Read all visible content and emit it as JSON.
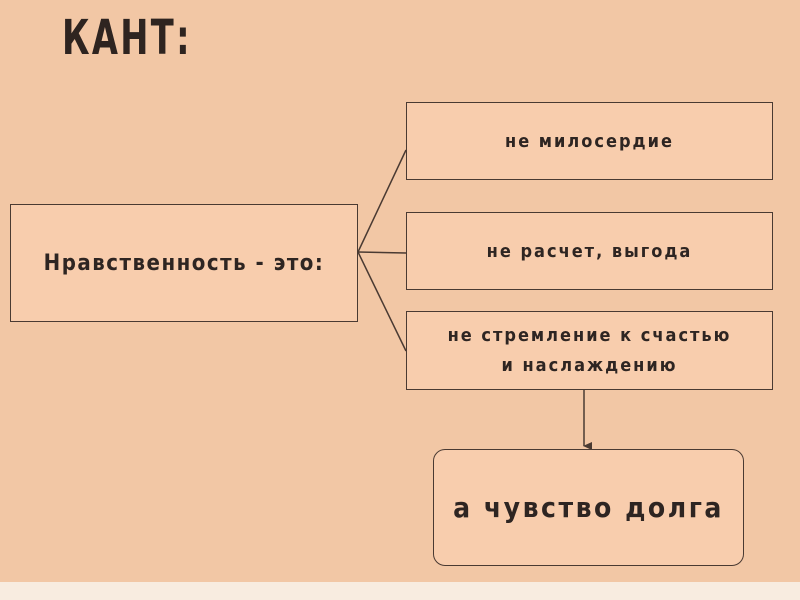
{
  "title": "КАНТ:",
  "main_box": {
    "text": "Нравственность - это:"
  },
  "branches": [
    {
      "text": "не милосердие"
    },
    {
      "text": "не расчет, выгода"
    },
    {
      "lines": [
        "не стремление к счастью",
        "и наслаждению"
      ]
    }
  ],
  "conclusion": {
    "text": "а чувство долга"
  },
  "colors": {
    "background": "#f2c7a5",
    "box_fill": "#f8cdad",
    "border": "#4a3a32",
    "text": "#2e2522",
    "bottom_strip": "#f8ece0"
  }
}
